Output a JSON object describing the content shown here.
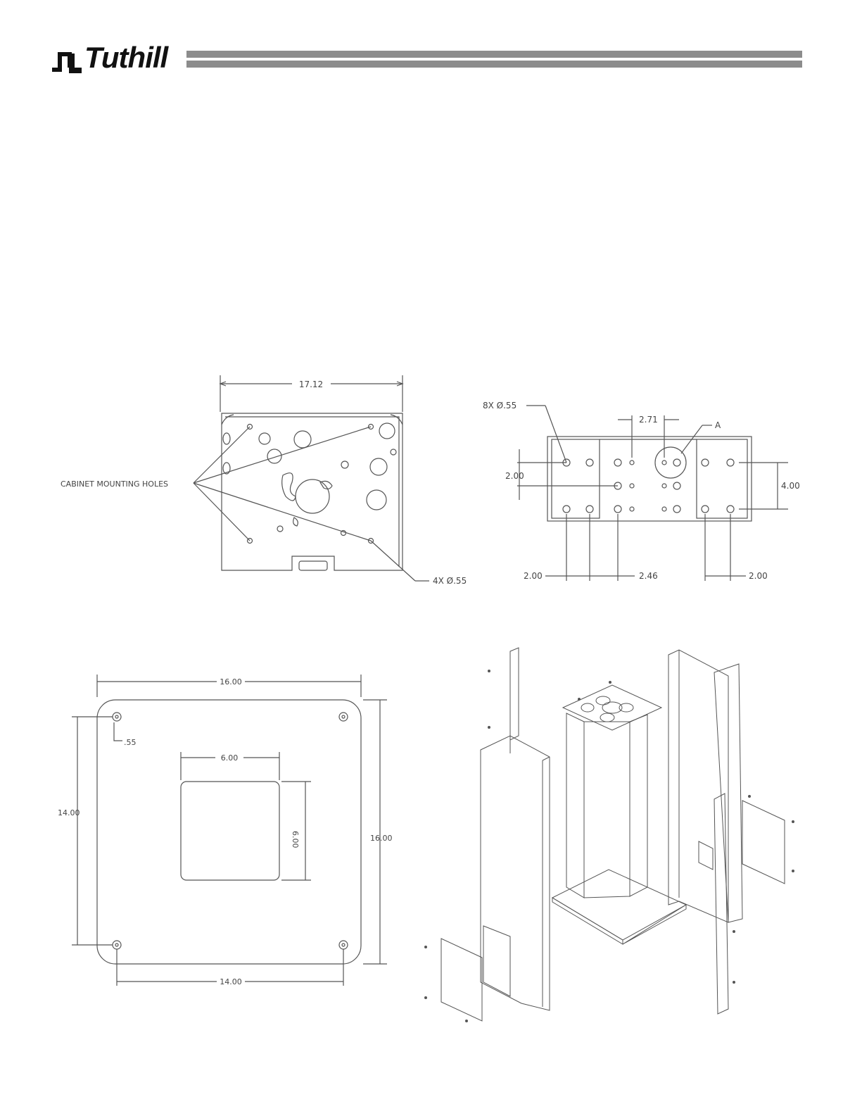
{
  "brand": {
    "name": "Tuthill"
  },
  "top_left_view": {
    "width_dim": "17.12",
    "callout_label": "CABINET MOUNTING HOLES",
    "holes_note": "4X Ø.55"
  },
  "top_right_view": {
    "holes_note": "8X Ø.55",
    "dim_top": "2.71",
    "detail_label": "A",
    "dim_left": "2.00",
    "dim_right": "4.00",
    "dim_bottom_left": "2.00",
    "dim_bottom_mid": "2.46",
    "dim_bottom_right": "2.00"
  },
  "bottom_left_view": {
    "width_top": "16.00",
    "hole_dim": ".55",
    "cutout_width": "6.00",
    "cutout_height": "6.00",
    "left_height": "14.00",
    "right_height": "16.00",
    "bottom_width": "14.00"
  }
}
